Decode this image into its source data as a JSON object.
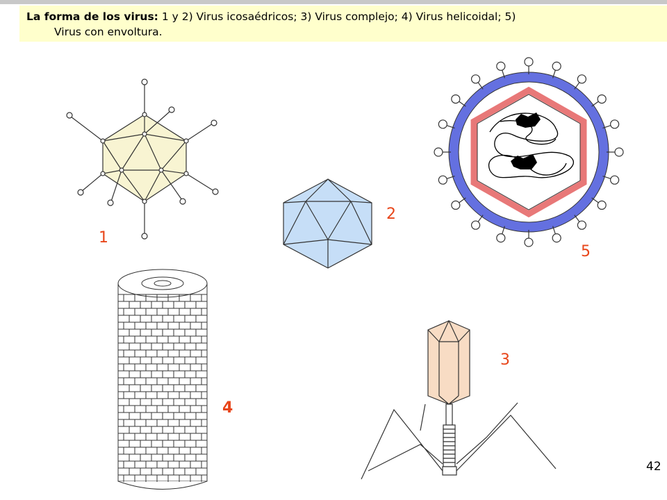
{
  "caption": {
    "title": "La forma de los virus:",
    "text_line1": " 1 y 2) Virus icosaédricos; 3) Virus complejo; 4) Virus helicoidal; 5)",
    "text_line2": "Virus con envoltura."
  },
  "labels": {
    "l1": "1",
    "l2": "2",
    "l3": "3",
    "l4": "4",
    "l5": "5"
  },
  "page_number": "42",
  "colors": {
    "icosahedron_fill": "#f8f4d2",
    "blue_icosahedron": "#c6def7",
    "envelope": "#6470e0",
    "capsid": "#e87878",
    "phage_head": "#f8dcc4",
    "label": "#e8461a",
    "caption_bg": "#ffffcc"
  }
}
